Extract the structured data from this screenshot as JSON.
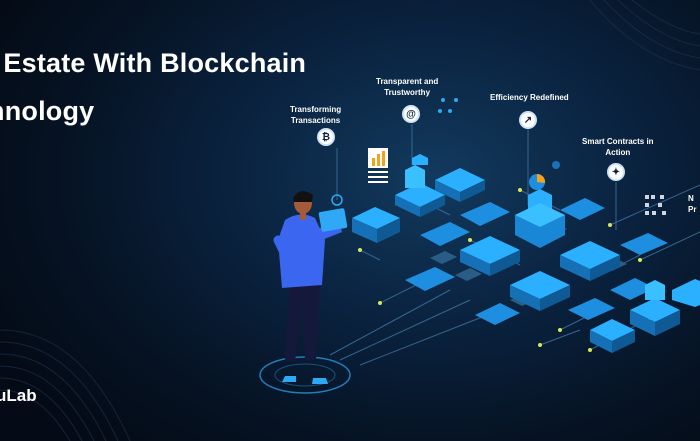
{
  "headline": {
    "line1": "l Estate With Blockchain",
    "line2": "hnology"
  },
  "brand": "uLab",
  "labels": {
    "transforming": "Transforming\nTransactions",
    "transparent": "Transparent and\nTrustworthy",
    "efficiency": "Efficiency Redefined",
    "smart_contracts": "Smart Contracts in\nAction",
    "partial_right": "N\nPr"
  },
  "icons": {
    "transforming": "coin-icon",
    "transparent": "search-icon",
    "efficiency": "chart-icon",
    "smart_contracts": "handshake-icon"
  },
  "colors": {
    "background": "#061324",
    "accent_blue": "#2fa8f5",
    "accent_yellow": "#c9e25a",
    "accent_orange": "#f5a21b",
    "text": "#ffffff"
  }
}
